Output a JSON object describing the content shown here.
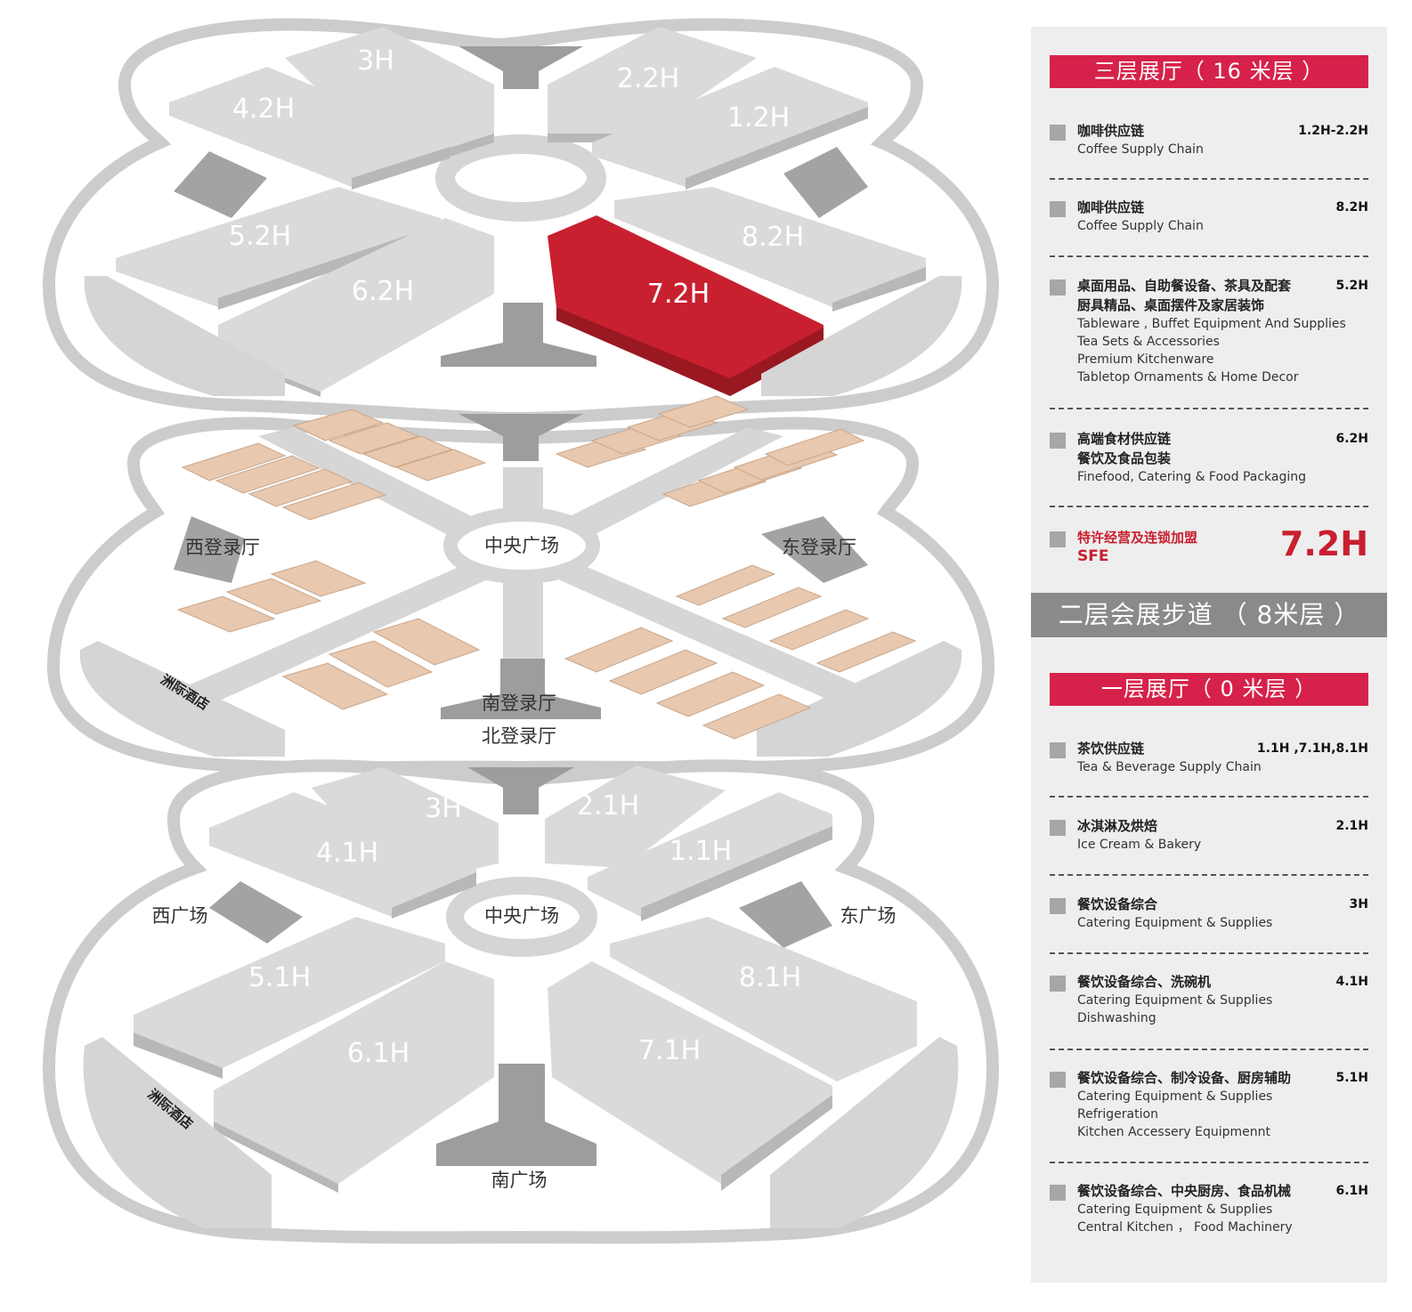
{
  "colors": {
    "accent_red": "#c8202f",
    "header_red": "#d6224a",
    "hall_gray": "#d9d9d9",
    "ramp_gray": "#9a9a9a",
    "booth_tan": "#e8c8ae"
  },
  "map": {
    "upper_halls": {
      "h3": "3H",
      "h42": "4.2H",
      "h22": "2.2H",
      "h12": "1.2H",
      "h52": "5.2H",
      "h62": "6.2H",
      "h72": "7.2H",
      "h82": "8.2H"
    },
    "middle": {
      "west_lobby": "西登录厅",
      "east_lobby": "东登录厅",
      "central_plaza": "中央广场",
      "south_lobby": "南登录厅",
      "hotel": "洲际酒店"
    },
    "north_lobby": "北登录厅",
    "lower_halls": {
      "h3": "3H",
      "h41": "4.1H",
      "h21": "2.1H",
      "h11": "1.1H",
      "h51": "5.1H",
      "h61": "6.1H",
      "h71": "7.1H",
      "h81": "8.1H"
    },
    "lower": {
      "west_plaza": "西广场",
      "east_plaza": "东广场",
      "central_plaza": "中央广场",
      "south_plaza": "南广场",
      "hotel": "洲际酒店"
    }
  },
  "legend": {
    "floor3_title": "三层展厅（ 16 米层 ）",
    "floor3_entries": [
      {
        "zh": "咖啡供应链",
        "en": [
          "Coffee Supply Chain"
        ],
        "hall": "1.2H-2.2H"
      },
      {
        "zh": "咖啡供应链",
        "en": [
          "Coffee Supply Chain"
        ],
        "hall": "8.2H"
      },
      {
        "zh": "桌面用品、自助餐设备、茶具及配套",
        "zh2": "厨具精品、桌面摆件及家居装饰",
        "en": [
          "Tableware , Buffet Equipment And Supplies",
          "Tea Sets & Accessories",
          "Premium Kitchenware",
          "Tabletop Ornaments & Home Decor"
        ],
        "hall": "5.2H"
      },
      {
        "zh": "高端食材供应链",
        "zh2": "餐饮及食品包装",
        "en": [
          "Finefood, Catering & Food Packaging"
        ],
        "hall": "6.2H"
      },
      {
        "zh": "特许经营及连锁加盟",
        "en": [
          "SFE"
        ],
        "hall": "7.2H"
      }
    ],
    "floor2_title": "二层会展步道 （ 8米层 ）",
    "floor1_title": "一层展厅（ 0 米层 ）",
    "floor1_entries": [
      {
        "zh": "茶饮供应链",
        "en": [
          "Tea & Beverage Supply Chain"
        ],
        "hall": "1.1H ,7.1H,8.1H"
      },
      {
        "zh": "冰淇淋及烘焙",
        "en": [
          "Ice Cream & Bakery"
        ],
        "hall": "2.1H"
      },
      {
        "zh": "餐饮设备综合",
        "en": [
          "Catering Equipment & Supplies"
        ],
        "hall": "3H"
      },
      {
        "zh": "餐饮设备综合、洗碗机",
        "en": [
          "Catering Equipment & Supplies",
          "Dishwashing"
        ],
        "hall": "4.1H"
      },
      {
        "zh": "餐饮设备综合、制冷设备、厨房辅助",
        "en": [
          "Catering Equipment & Supplies",
          "Refrigeration",
          "Kitchen Accessery Equipmennt"
        ],
        "hall": "5.1H"
      },
      {
        "zh": "餐饮设备综合、中央厨房、食品机械",
        "en": [
          "Catering Equipment & Supplies",
          "Central Kitchen ， Food Machinery"
        ],
        "hall": "6.1H"
      }
    ]
  }
}
